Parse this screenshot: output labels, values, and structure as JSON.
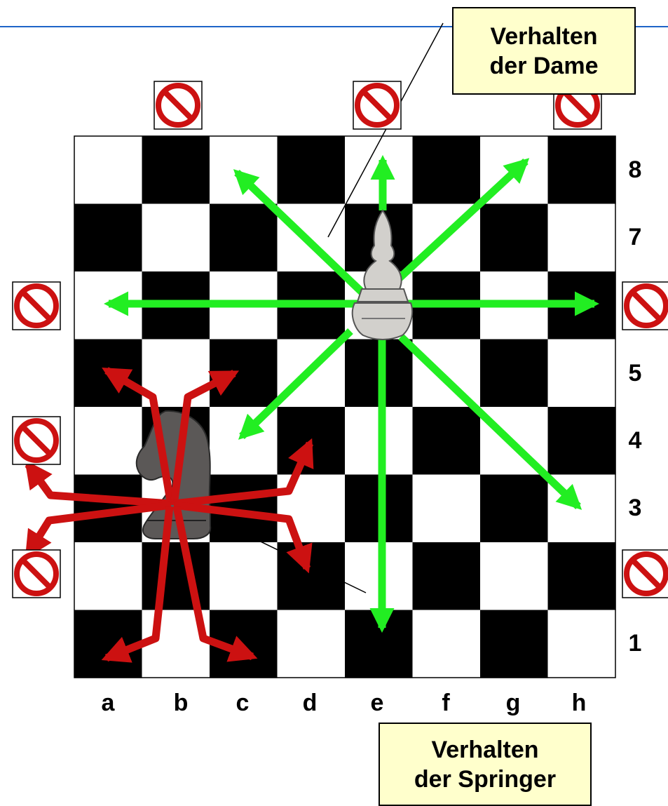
{
  "callouts": {
    "queen": {
      "line1": "Verhalten",
      "line2": "der Dame"
    },
    "knight": {
      "line1": "Verhalten",
      "line2": "der Springer"
    }
  },
  "board": {
    "files": [
      "a",
      "b",
      "c",
      "d",
      "e",
      "f",
      "g",
      "h"
    ],
    "ranks": [
      "8",
      "7",
      "5",
      "4",
      "3",
      "1"
    ]
  },
  "pieces": {
    "queen_square": "e6",
    "knight_square": "b3"
  },
  "colors": {
    "queen_moves": "#22ee22",
    "knight_moves": "#cc1111",
    "forbidden": "#cc1111",
    "callout_fill": "#ffffcc",
    "rule": "#1e64c8"
  },
  "icons": {
    "forbidden": "no-entry-icon",
    "queen": "bishop-shaped-piece-icon",
    "knight": "knight-piece-icon"
  }
}
